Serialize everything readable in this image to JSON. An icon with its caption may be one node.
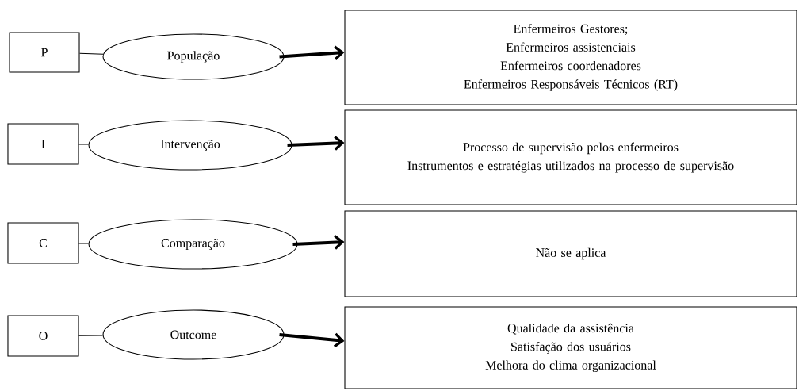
{
  "diagram": {
    "nodes": [
      {
        "text": [
          "P"
        ]
      },
      {
        "text": [
          "População"
        ]
      },
      {
        "text": [
          "Enfermeiros Gestores;",
          "Enfermeiros assistenciais",
          "Enfermeiros coordenadores",
          "Enfermeiros Responsáveis Técnicos (RT)"
        ]
      },
      {
        "text": [
          "I"
        ]
      },
      {
        "text": [
          "Intervenção"
        ]
      },
      {
        "text": [
          "Processo de supervisão pelos enfermeiros",
          "Instrumentos e estratégias utilizados na processo de supervisão"
        ]
      },
      {
        "text": [
          "C"
        ]
      },
      {
        "text": [
          "Comparação"
        ]
      },
      {
        "text": [
          "Não se aplica"
        ]
      },
      {
        "text": [
          "O"
        ]
      },
      {
        "text": [
          "Outcome"
        ]
      },
      {
        "text": [
          "Qualidade da assistência",
          "Satisfação dos usuários",
          "Melhora do clima organizacional"
        ]
      }
    ],
    "edges": [
      {
        "from": 0,
        "to": 1,
        "arrow": "none"
      },
      {
        "from": 1,
        "to": 2,
        "arrow": "to",
        "style": "thick"
      },
      {
        "from": 3,
        "to": 4,
        "arrow": "none"
      },
      {
        "from": 4,
        "to": 5,
        "arrow": "to",
        "style": "thick"
      },
      {
        "from": 6,
        "to": 7,
        "arrow": "none"
      },
      {
        "from": 7,
        "to": 8,
        "arrow": "to",
        "style": "thick"
      },
      {
        "from": 9,
        "to": 10,
        "arrow": "none"
      },
      {
        "from": 10,
        "to": 11,
        "arrow": "to",
        "style": "thick"
      }
    ]
  }
}
